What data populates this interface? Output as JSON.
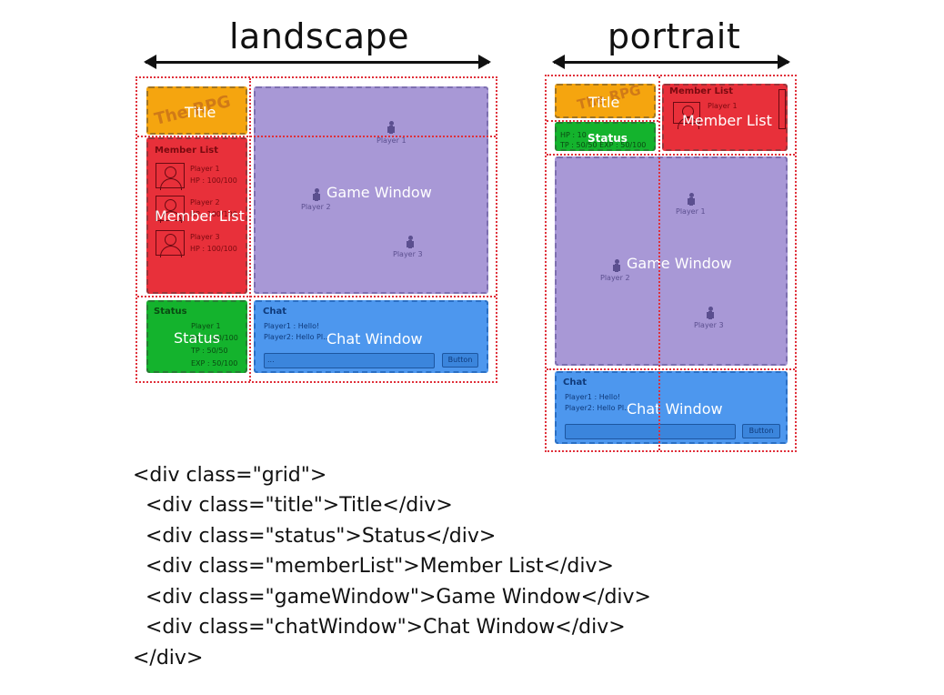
{
  "headings": {
    "landscape": "landscape",
    "portrait": "portrait"
  },
  "landscape": {
    "title_label": "Title",
    "title_watermark": "The RPG",
    "member_list_header": "Member List",
    "member_list_label": "Member List",
    "members": [
      {
        "name": "Player 1",
        "hp": "HP : 100/100"
      },
      {
        "name": "Player 2",
        "hp": "HP : 100/100"
      },
      {
        "name": "Player 3",
        "hp": "HP : 100/100"
      }
    ],
    "game_window_label": "Game Window",
    "game_players": [
      "Player 1",
      "Player 2",
      "Player 3"
    ],
    "status_header": "Status",
    "status_label": "Status",
    "status_lines": [
      "Player 1",
      "HP : 100/100",
      "TP : 50/50",
      "EXP : 50/100"
    ],
    "chat_header": "Chat",
    "chat_label": "Chat Window",
    "chat_lines": [
      "Player1 : Hello!",
      "Player2: Hello Pl..."
    ],
    "chat_input_value": "...",
    "chat_button": "Button"
  },
  "portrait": {
    "title_label": "Title",
    "title_watermark": "The RPG",
    "status_label": "Status",
    "status_lines": [
      "HP : 10",
      "TP : 50/50  EXP : 50/100"
    ],
    "member_list_header": "Member List",
    "member_list_label": "Member List",
    "member_name": "Player 1",
    "game_window_label": "Game Window",
    "game_players": [
      "Player 1",
      "Player 2",
      "Player 3"
    ],
    "chat_header": "Chat",
    "chat_label": "Chat Window",
    "chat_lines": [
      "Player1 : Hello!",
      "Player2: Hello Pl..."
    ],
    "chat_button": "Button"
  },
  "code_lines": [
    "<div class=\"grid\">",
    "  <div class=\"title\">Title</div>",
    "  <div class=\"status\">Status</div>",
    "  <div class=\"memberList\">Member List</div>",
    "  <div class=\"gameWindow\">Game Window</div>",
    "  <div class=\"chatWindow\">Chat Window</div>",
    "</div>"
  ]
}
